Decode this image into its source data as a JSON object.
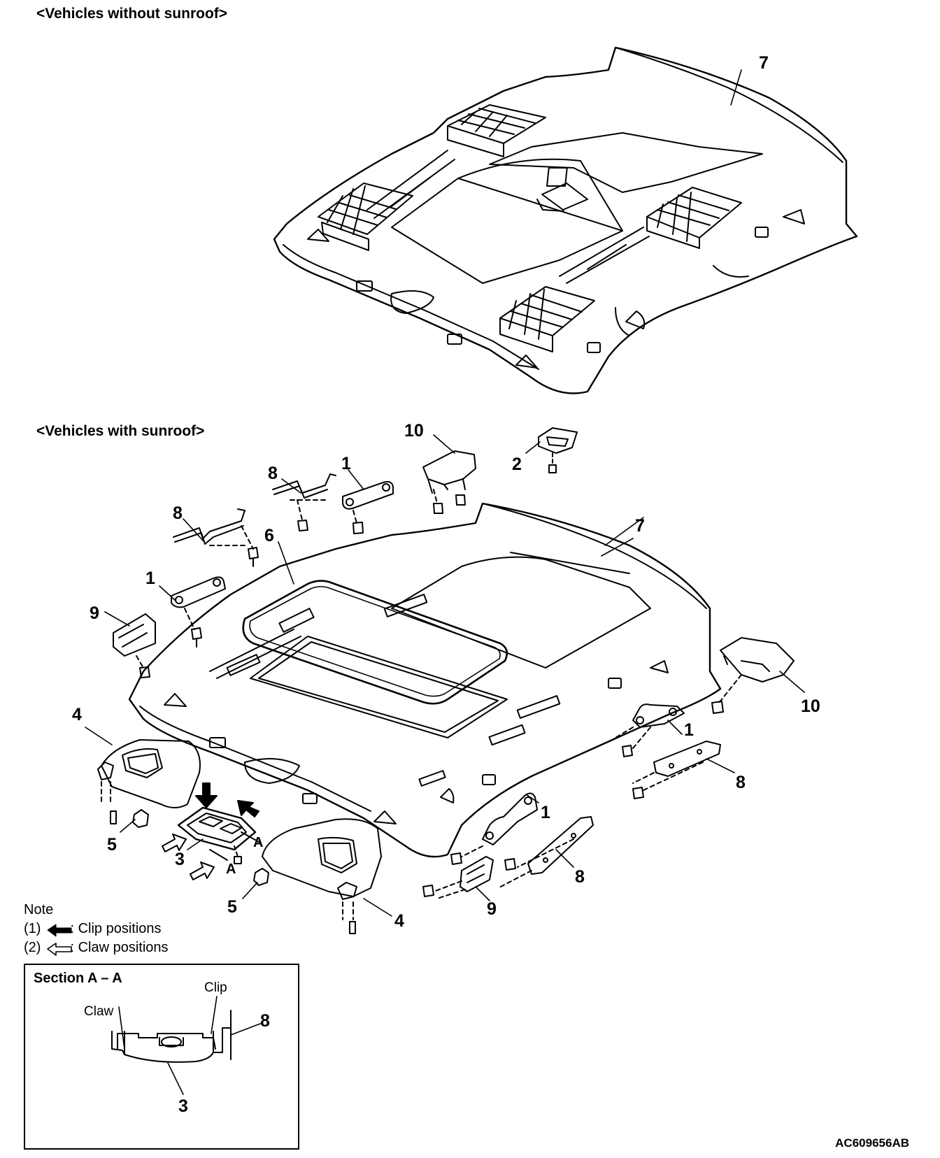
{
  "headings": {
    "without_sunroof": "<Vehicles without sunroof>",
    "with_sunroof": "<Vehicles with sunroof>"
  },
  "callouts": {
    "top": [
      "7"
    ],
    "bottom": [
      "10",
      "2",
      "8",
      "1",
      "8",
      "6",
      "7",
      "1",
      "9",
      "10",
      "4",
      "1",
      "8",
      "5",
      "3",
      "A",
      "A",
      "1",
      "8",
      "5",
      "9",
      "4"
    ],
    "section": [
      "8",
      "3"
    ]
  },
  "note": {
    "title": "Note",
    "item1_prefix": "(1)",
    "item1_text": ": Clip positions",
    "item2_prefix": "(2)",
    "item2_text": ": Claw positions"
  },
  "section": {
    "title": "Section A – A",
    "clip_label": "Clip",
    "claw_label": "Claw"
  },
  "drawing_code": "AC609656AB"
}
